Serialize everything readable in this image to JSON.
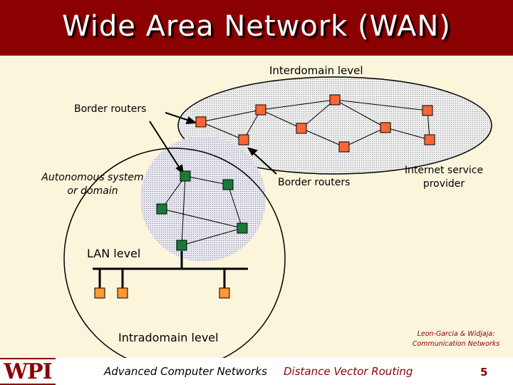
{
  "slide": {
    "title": "Wide Area Network (WAN)",
    "labels": {
      "interdomain": "Interdomain level",
      "border_routers_top": "Border routers",
      "autonomous_line1": "Autonomous system",
      "autonomous_line2": "or domain",
      "border_routers_mid": "Border routers",
      "isp_line1": "Internet service",
      "isp_line2": "provider",
      "lan_level": "LAN level",
      "intradomain": "Intradomain level"
    },
    "credit_line1": "Leon-Garcia & Widjaja:",
    "credit_line2": "Communication Networks",
    "logo_text": "WPI",
    "footer_left": "Advanced Computer Networks",
    "footer_mid": "Distance Vector Routing",
    "page_number": "5"
  },
  "colors": {
    "title_bar": "#8b0000",
    "background": "#fbf5dc",
    "isp_router": "#ff6633",
    "domain_router": "#1a7a3a",
    "lan_host": "#ff9933",
    "footer_accent": "#8b0000"
  }
}
